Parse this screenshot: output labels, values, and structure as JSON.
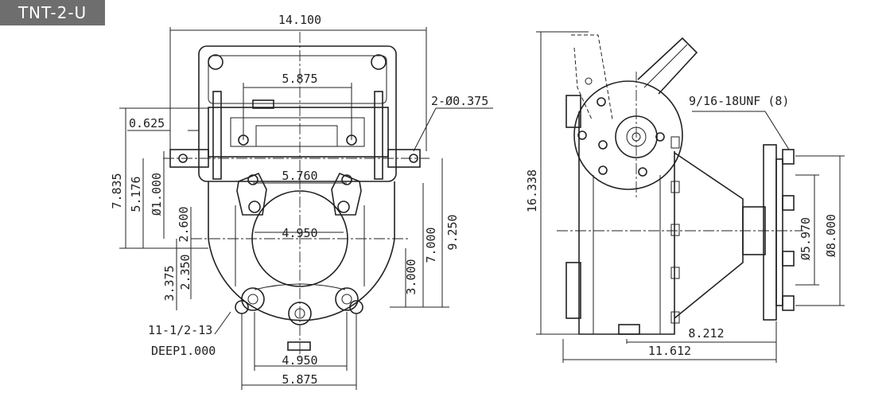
{
  "model": "TNT-2-U",
  "front_view": {
    "dims": {
      "overall_width": "14.100",
      "top_bolt_spacing": "5.875",
      "hole_callout": "2-Ø0.375",
      "offset_small": "0.625",
      "mid_bolt_spacing": "5.760",
      "shaft_height": "7.835",
      "height_to_center": "5.176",
      "shaft_dia": "Ø1.000",
      "upper_hole_offset": "2.600",
      "inner_spacing": "4.950",
      "total_height": "9.250",
      "lower_height": "7.000",
      "lower_offset": "3.000",
      "lower_hole_offset_a": "3.375",
      "lower_hole_offset_b": "2.350",
      "bottom_hole_spacing": "4.950",
      "bottom_outer_spacing": "5.875"
    },
    "thread_callout_line1": "11-1/2-13",
    "thread_callout_line2": "DEEP1.000"
  },
  "side_view": {
    "dims": {
      "thread_callout": "9/16-18UNF (8)",
      "overall_height": "16.338",
      "pilot_dia": "Ø5.970",
      "flange_dia": "Ø8.000",
      "flange_depth": "8.212",
      "overall_depth": "11.612"
    }
  }
}
